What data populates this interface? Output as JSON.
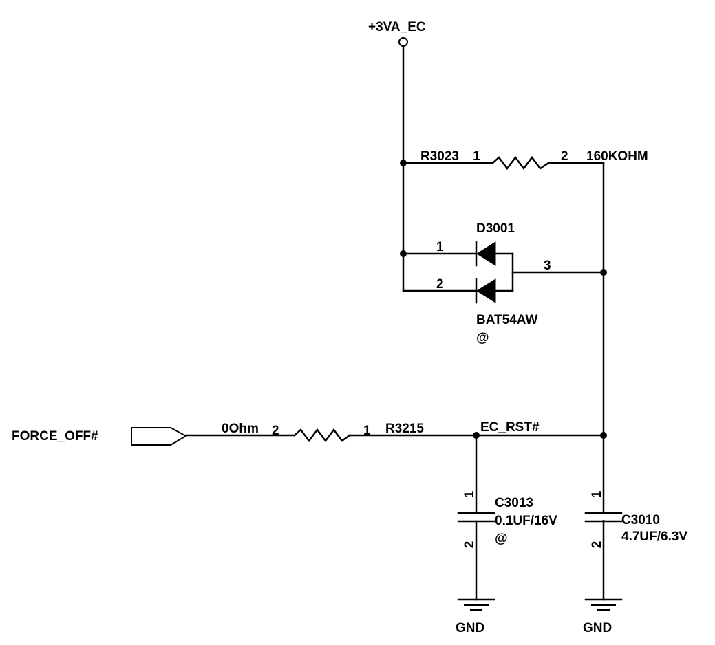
{
  "nets": {
    "power": "+3VA_EC",
    "reset": "EC_RST#",
    "input": "FORCE_OFF#",
    "ground_left": "GND",
    "ground_right": "GND"
  },
  "components": {
    "r3023": {
      "ref": "R3023",
      "value": "160KOHM",
      "pin1": "1",
      "pin2": "2"
    },
    "d3001": {
      "ref": "D3001",
      "part": "BAT54AW",
      "option": "@",
      "pin1": "1",
      "pin2": "2",
      "pin3": "3"
    },
    "r3215": {
      "ref": "R3215",
      "value": "0Ohm",
      "pin1": "1",
      "pin2": "2"
    },
    "c3013": {
      "ref": "C3013",
      "value": "0.1UF/16V",
      "option": "@",
      "pin1": "1",
      "pin2": "2"
    },
    "c3010": {
      "ref": "C3010",
      "value": "4.7UF/6.3V",
      "pin1": "1",
      "pin2": "2"
    }
  }
}
